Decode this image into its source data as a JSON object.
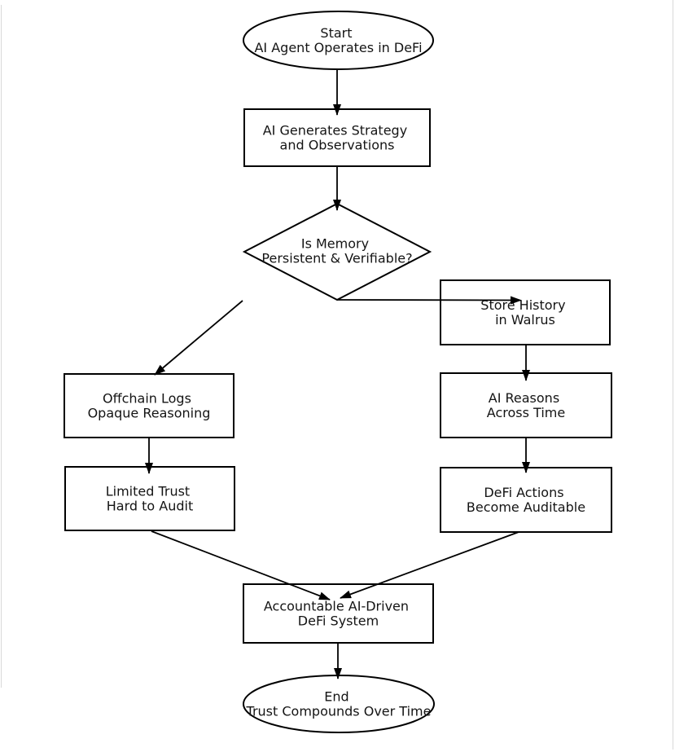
{
  "page": {
    "background": "#ffffff",
    "edge_line_color": "#d9d9d9"
  },
  "diagram": {
    "type": "flowchart",
    "colors": {
      "node_fill": "#ffffff",
      "node_stroke": "#000000",
      "text": "#141414",
      "edge": "#000000"
    },
    "nodes": {
      "start": {
        "shape": "ellipse",
        "line1": "Start",
        "line2": "AI Agent Operates in DeFi"
      },
      "generate": {
        "shape": "rect",
        "line1": "AI Generates Strategy",
        "line2": "and Observations"
      },
      "decision": {
        "shape": "diamond",
        "line1": "Is Memory",
        "line2": "Persistent & Verifiable?"
      },
      "store": {
        "shape": "rect",
        "line1": "Store History",
        "line2": "in Walrus"
      },
      "offchain": {
        "shape": "rect",
        "line1": "Offchain Logs",
        "line2": "Opaque Reasoning"
      },
      "reasons": {
        "shape": "rect",
        "line1": "AI Reasons",
        "line2": "Across Time"
      },
      "limited": {
        "shape": "rect",
        "line1": "Limited Trust",
        "line2": "Hard to Audit"
      },
      "actions": {
        "shape": "rect",
        "line1": "DeFi Actions",
        "line2": "Become Auditable"
      },
      "accountable": {
        "shape": "rect",
        "line1": "Accountable AI-Driven",
        "line2": "DeFi System"
      },
      "end": {
        "shape": "ellipse",
        "line1": "End",
        "line2": "Trust Compounds Over Time"
      }
    },
    "edges": [
      {
        "from": "start",
        "to": "generate"
      },
      {
        "from": "generate",
        "to": "decision"
      },
      {
        "from": "decision",
        "to": "store"
      },
      {
        "from": "decision",
        "to": "offchain"
      },
      {
        "from": "store",
        "to": "reasons"
      },
      {
        "from": "offchain",
        "to": "limited"
      },
      {
        "from": "reasons",
        "to": "actions"
      },
      {
        "from": "limited",
        "to": "accountable"
      },
      {
        "from": "actions",
        "to": "accountable"
      },
      {
        "from": "accountable",
        "to": "end"
      }
    ]
  }
}
